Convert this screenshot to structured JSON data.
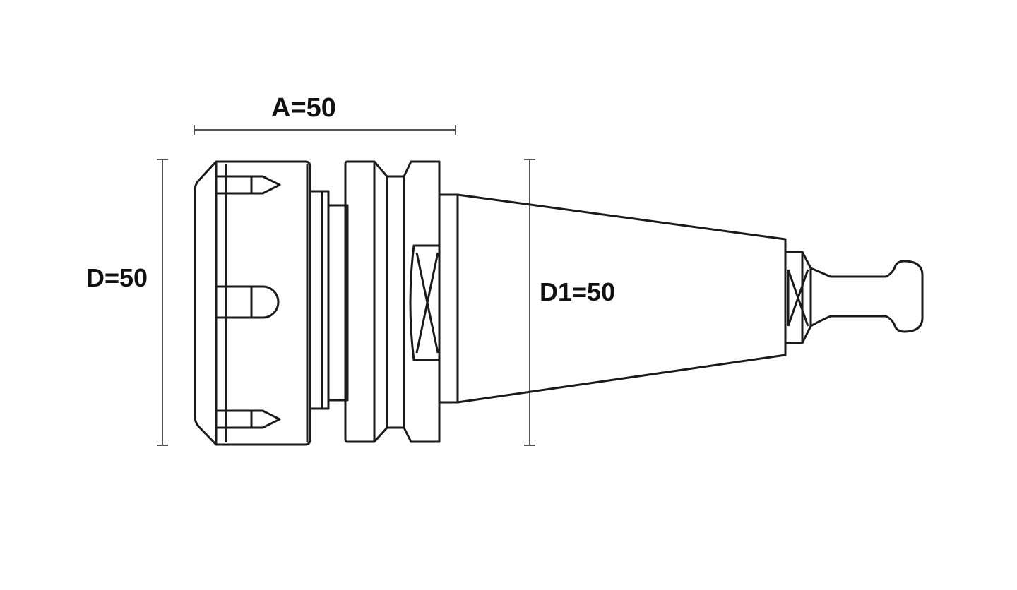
{
  "dimensions": {
    "a_label": "A=50",
    "d_label": "D=50",
    "d1_label": "D1=50"
  },
  "colors": {
    "line": "#1a1a1a",
    "dimension_line": "#555555",
    "background": "#ffffff"
  }
}
